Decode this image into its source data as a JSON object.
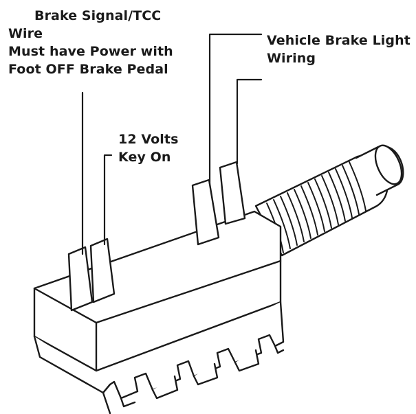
{
  "labels": {
    "brake_signal": {
      "lines": [
        "Brake Signal/TCC",
        "Wire",
        "Must have Power with",
        "Foot OFF Brake Pedal"
      ]
    },
    "key_power": {
      "lines": [
        "12 Volts",
        "Key On"
      ]
    },
    "vehicle_brake_light": {
      "lines": [
        "Vehicle Brake Light",
        "Wiring"
      ]
    }
  },
  "colors": {
    "line": "#1a1a1a",
    "fill": "#ffffff"
  }
}
